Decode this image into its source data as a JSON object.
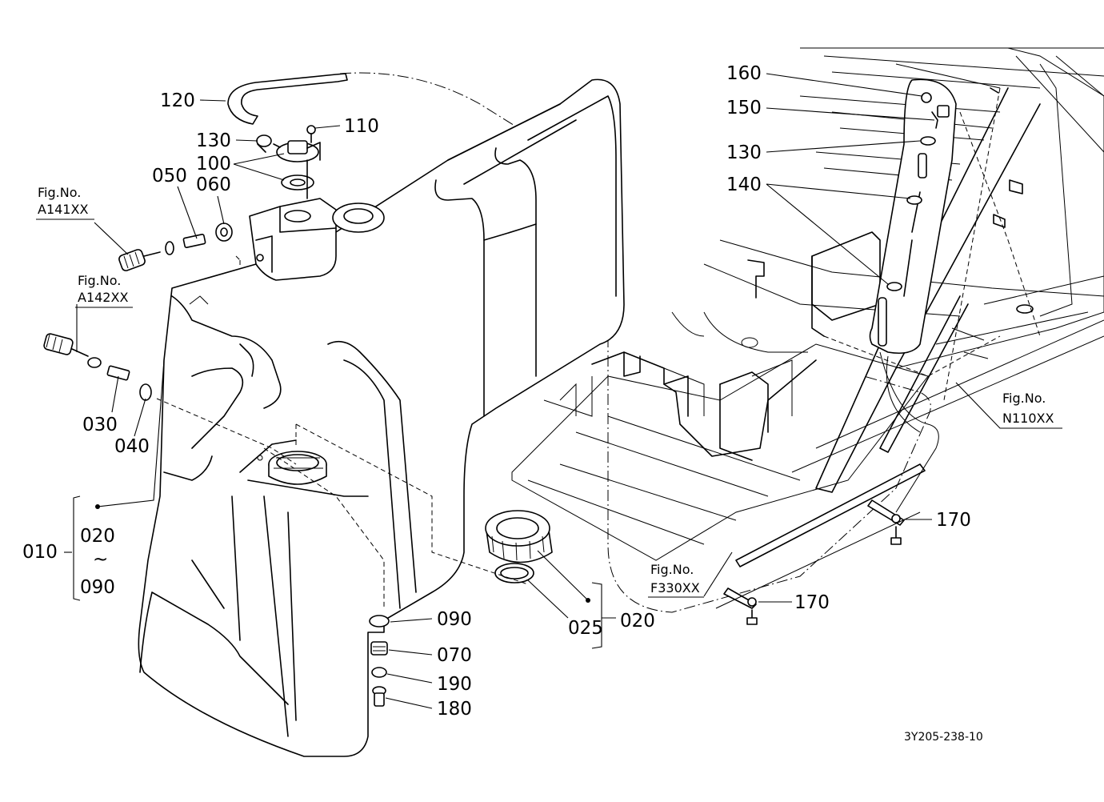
{
  "parts": {
    "p010": "010",
    "p020": "020",
    "p020_range_start": "020",
    "p020_range_tilde": "~",
    "p090_range_end": "090",
    "p025": "025",
    "p030": "030",
    "p040": "040",
    "p050": "050",
    "p060": "060",
    "p070": "070",
    "p090": "090",
    "p100": "100",
    "p110": "110",
    "p120": "120",
    "p130_left": "130",
    "p130_right": "130",
    "p140": "140",
    "p150": "150",
    "p160": "160",
    "p170_upper": "170",
    "p170_lower": "170",
    "p180": "180",
    "p190": "190"
  },
  "figure_refs": {
    "a141": {
      "label": "Fig.No.",
      "code": "A141XX"
    },
    "a142": {
      "label": "Fig.No.",
      "code": "A142XX"
    },
    "n110": {
      "label": "Fig.No.",
      "code": "N110XX"
    },
    "f330": {
      "label": "Fig.No.",
      "code": "F330XX"
    }
  },
  "drawing_code": "3Y205-238-10"
}
